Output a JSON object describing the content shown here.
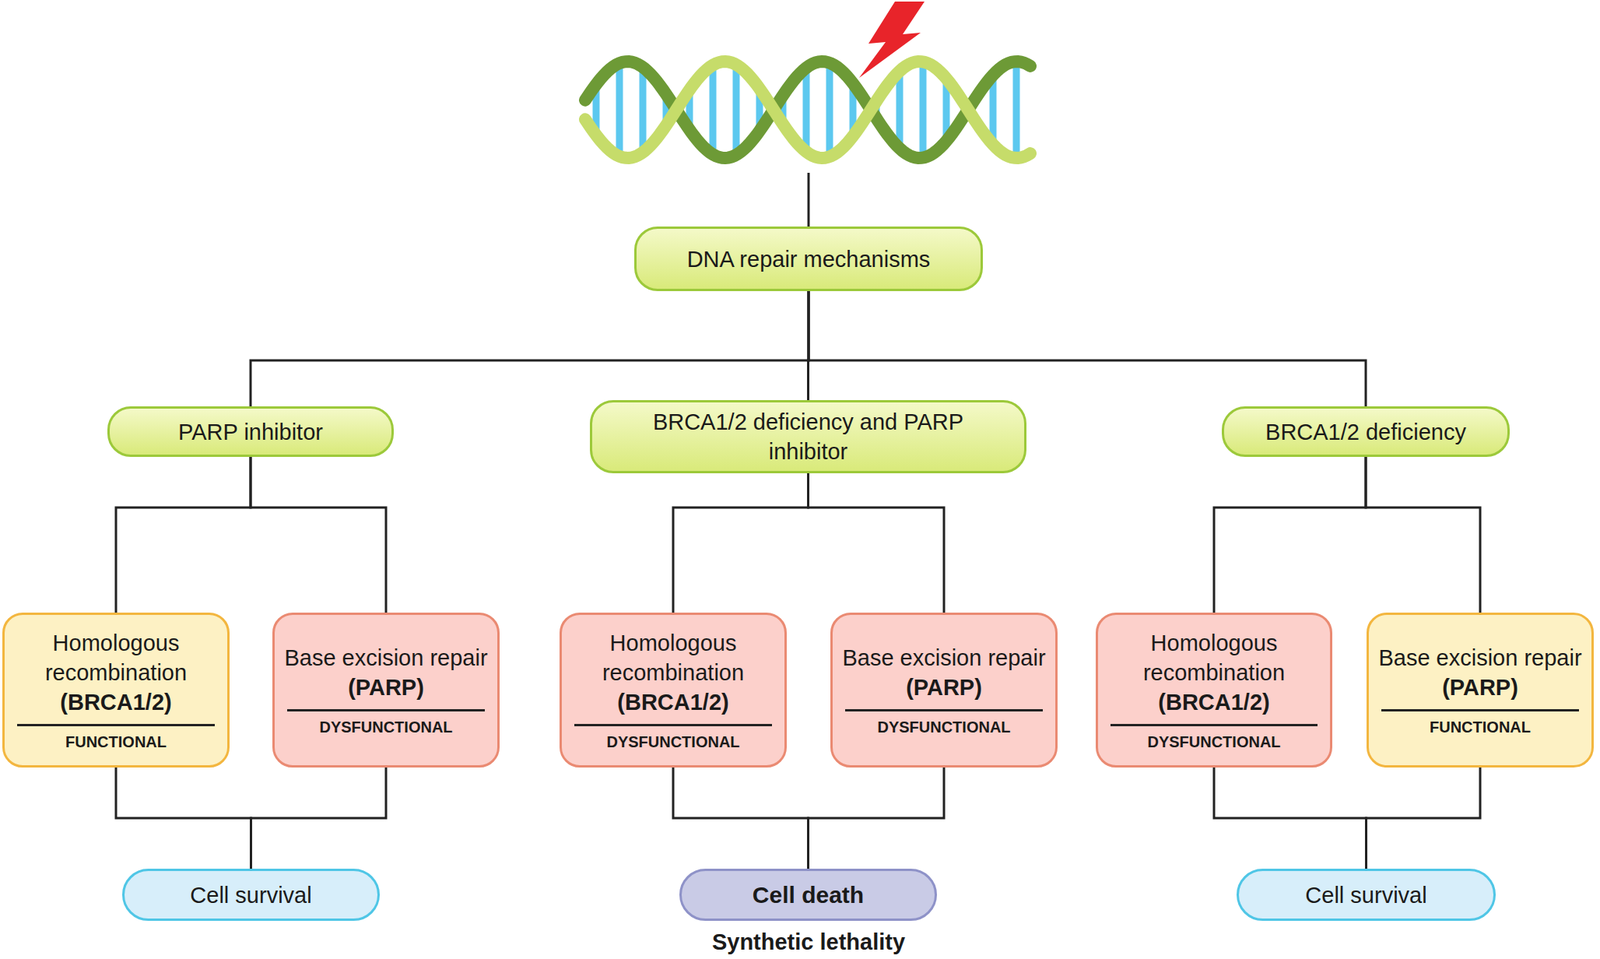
{
  "diagram": {
    "nodes": [
      {
        "text": [
          "DNA repair mechanisms"
        ]
      },
      {
        "text": [
          "PARP inhibitor"
        ]
      },
      {
        "text": [
          "BRCA1/2 deficiency and PARP inhibitor"
        ]
      },
      {
        "text": [
          "BRCA1/2 deficiency"
        ]
      },
      {
        "text": [
          "Homologous recombination",
          "(BRCA1/2)",
          "FUNCTIONAL"
        ]
      },
      {
        "text": [
          "Base excision repair",
          "(PARP)",
          "DYSFUNCTIONAL"
        ]
      },
      {
        "text": [
          "Homologous recombination",
          "(BRCA1/2)",
          "DYSFUNCTIONAL"
        ]
      },
      {
        "text": [
          "Base excision repair",
          "(PARP)",
          "DYSFUNCTIONAL"
        ]
      },
      {
        "text": [
          "Homologous recombination",
          "(BRCA1/2)",
          "DYSFUNCTIONAL"
        ]
      },
      {
        "text": [
          "Base excision repair",
          "(PARP)",
          "FUNCTIONAL"
        ]
      },
      {
        "text": [
          "Cell survival"
        ]
      },
      {
        "text": [
          "Cell death"
        ]
      },
      {
        "text": [
          "Cell survival"
        ]
      }
    ],
    "edges": [
      {
        "from": 0,
        "to": 1,
        "arrow": "none"
      },
      {
        "from": 0,
        "to": 2,
        "arrow": "none"
      },
      {
        "from": 0,
        "to": 3,
        "arrow": "none"
      },
      {
        "from": 1,
        "to": 4,
        "arrow": "none"
      },
      {
        "from": 1,
        "to": 5,
        "arrow": "none"
      },
      {
        "from": 2,
        "to": 6,
        "arrow": "none"
      },
      {
        "from": 2,
        "to": 7,
        "arrow": "none"
      },
      {
        "from": 3,
        "to": 8,
        "arrow": "none"
      },
      {
        "from": 3,
        "to": 9,
        "arrow": "none"
      },
      {
        "from": 4,
        "to": 10,
        "arrow": "none"
      },
      {
        "from": 5,
        "to": 10,
        "arrow": "none"
      },
      {
        "from": 6,
        "to": 11,
        "arrow": "none"
      },
      {
        "from": 7,
        "to": 11,
        "arrow": "none"
      },
      {
        "from": 8,
        "to": 12,
        "arrow": "none"
      },
      {
        "from": 9,
        "to": 12,
        "arrow": "none"
      }
    ],
    "labels": [
      "Synthetic lethality"
    ]
  }
}
